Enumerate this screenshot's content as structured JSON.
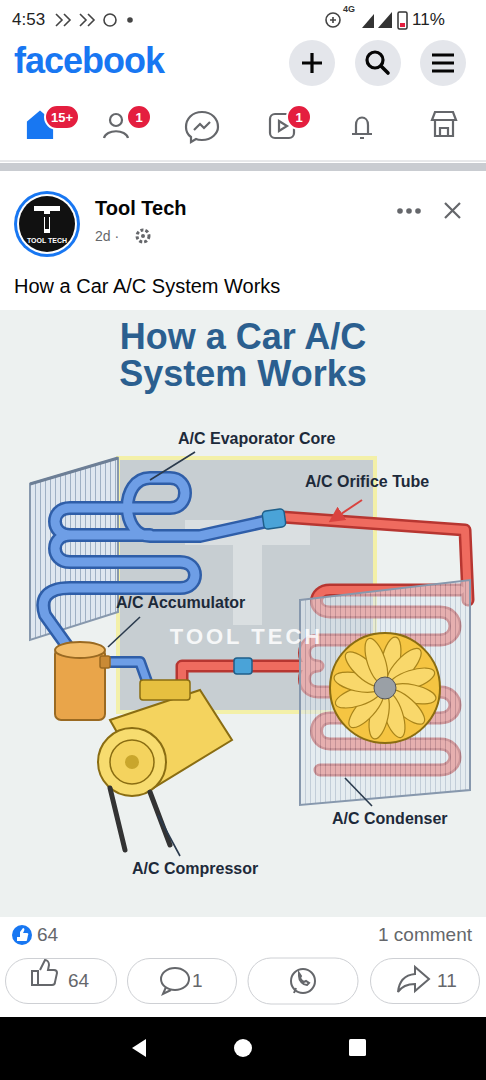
{
  "diagram": {
    "title": "How a Car A/C System Works",
    "nodes": [
      {
        "text": [
          "15+"
        ]
      },
      {
        "text": [
          "1"
        ]
      },
      {
        "text": [
          "1"
        ]
      },
      {
        "text": [
          "64"
        ]
      },
      {
        "text": [
          "1"
        ]
      },
      {
        "text": [
          "11"
        ]
      }
    ],
    "labels": [
      "4:53",
      "4G",
      "11%",
      "facebook",
      "TOOL TECH",
      "Tool Tech",
      "2d ·",
      "How a Car A/C System Works",
      "A/C Evaporator Core",
      "A/C Orifice Tube",
      "A/C Accumulator",
      "A/C Condenser",
      "A/C Compressor",
      "TOOL TECH",
      "64",
      "1 comment"
    ]
  }
}
